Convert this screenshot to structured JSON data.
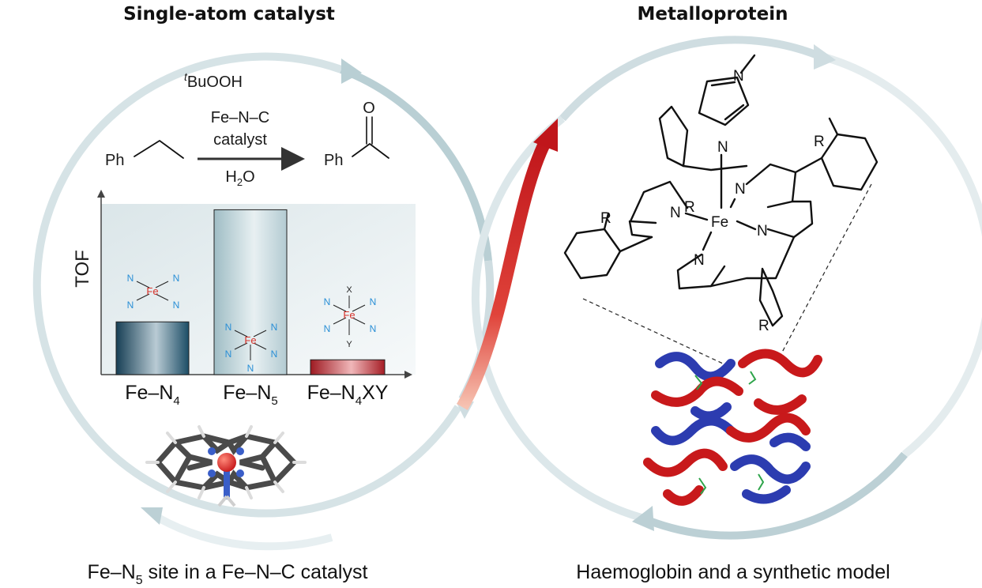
{
  "titles": {
    "left": "Single-atom catalyst",
    "right": "Metalloprotein"
  },
  "captions": {
    "left_pre": "Fe–N",
    "left_sub": "5",
    "left_post": " site in a Fe–N–C catalyst",
    "right": "Haemoglobin and a synthetic model"
  },
  "reaction": {
    "oxidant_sup": "t",
    "oxidant": "BuOOH",
    "catalyst_line1": "Fe–N–C",
    "catalyst_line2": "catalyst",
    "solvent_pre": "H",
    "solvent_sub": "2",
    "solvent_post": "O",
    "reactant": "Ph",
    "product_ph": "Ph",
    "product_o": "O"
  },
  "chart": {
    "ylabel": "TOF",
    "bar1": {
      "pre": "Fe–N",
      "sub": "4",
      "post": ""
    },
    "bar2": {
      "pre": "Fe–N",
      "sub": "5",
      "post": ""
    },
    "bar3": {
      "pre": "Fe–N",
      "sub": "4",
      "post": "XY"
    },
    "atom_n": "N",
    "atom_fe": "Fe",
    "atom_x": "X",
    "atom_y": "Y"
  },
  "chart_data": {
    "type": "bar",
    "categories": [
      "Fe–N4",
      "Fe–N5",
      "Fe–N4XY"
    ],
    "values": [
      0.32,
      1.0,
      0.09
    ],
    "ylabel": "TOF",
    "xlabel": "",
    "ylim": [
      0,
      1.05
    ],
    "colors": [
      "#1f5670",
      "#a8c5cd",
      "#b01e27"
    ]
  },
  "porphyrin": {
    "fe": "Fe",
    "n": "N",
    "r": "R"
  },
  "colors": {
    "ring": "#cfdde1",
    "ring_dark": "#a9c3c9",
    "red_arrow": "#c8191b",
    "fe": "#d8322a",
    "n": "#2a8fd6",
    "protein_red": "#c8191b",
    "protein_blue": "#2c3cb0"
  }
}
